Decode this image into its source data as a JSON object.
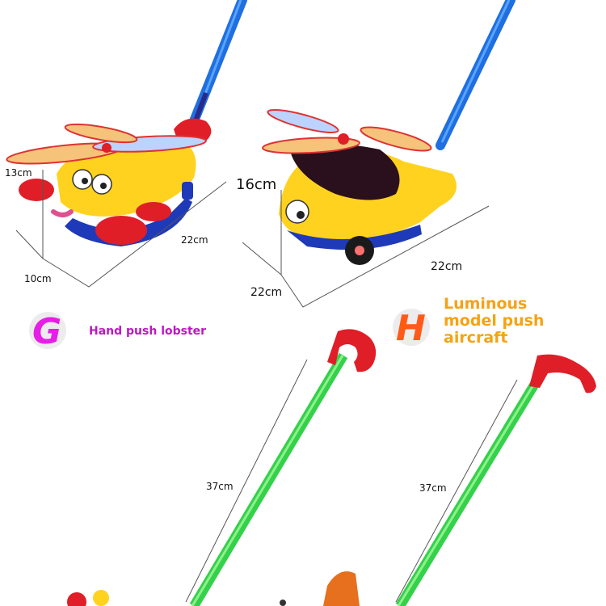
{
  "dimensions": {
    "lobster_height": "13cm",
    "lobster_depth": "10cm",
    "lobster_length": "22cm",
    "aircraft_height": "16cm",
    "aircraft_depth": "22cm",
    "aircraft_length": "22cm",
    "handle_left": "37cm",
    "handle_right": "37cm"
  },
  "products": {
    "g": {
      "letter": "G",
      "name": "Hand push lobster"
    },
    "h": {
      "letter": "H",
      "name_lines": [
        "Luminous",
        "model push",
        "aircraft"
      ]
    }
  },
  "colors": {
    "g_letter": "#e61ee6",
    "h_letter": "#ff5a1a",
    "h_caption": "#f5a314",
    "g_caption": "#c214c8",
    "blue_pole": "#1f6fe0",
    "green_pole": "#34d14a",
    "red_handle": "#e01e28",
    "toy_yellow": "#ffd21f"
  }
}
